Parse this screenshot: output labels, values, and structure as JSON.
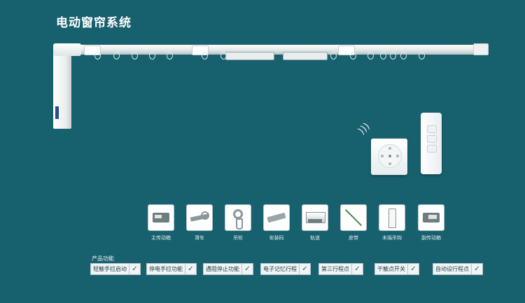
{
  "title": "电动窗帘系统",
  "parts": [
    {
      "label": "主传动箱",
      "icon": "main-drive-box-icon"
    },
    {
      "label": "滑车",
      "icon": "carriage-icon"
    },
    {
      "label": "吊轮",
      "icon": "hanger-wheel-icon"
    },
    {
      "label": "安装码",
      "icon": "mounting-bracket-icon"
    },
    {
      "label": "轨道",
      "icon": "track-icon"
    },
    {
      "label": "皮带",
      "icon": "belt-icon"
    },
    {
      "label": "末端吊钩",
      "icon": "end-hook-icon"
    },
    {
      "label": "副传动箱",
      "icon": "secondary-drive-box-icon"
    }
  ],
  "features_title": "产品功能",
  "features": [
    {
      "label": "轻触手拉启动",
      "check": "✓"
    },
    {
      "label": "停电手拉功能",
      "check": "✓"
    },
    {
      "label": "遇阻停止功能",
      "check": "✓"
    },
    {
      "label": "电子记忆行程",
      "check": "✓"
    },
    {
      "label": "第三行程点",
      "check": "✓"
    },
    {
      "label": "干触点开关",
      "check": "✓"
    },
    {
      "label": "自动设行程点",
      "check": "✓"
    }
  ],
  "colors": {
    "background": "#17606e",
    "accent": "#2b4a8a"
  }
}
